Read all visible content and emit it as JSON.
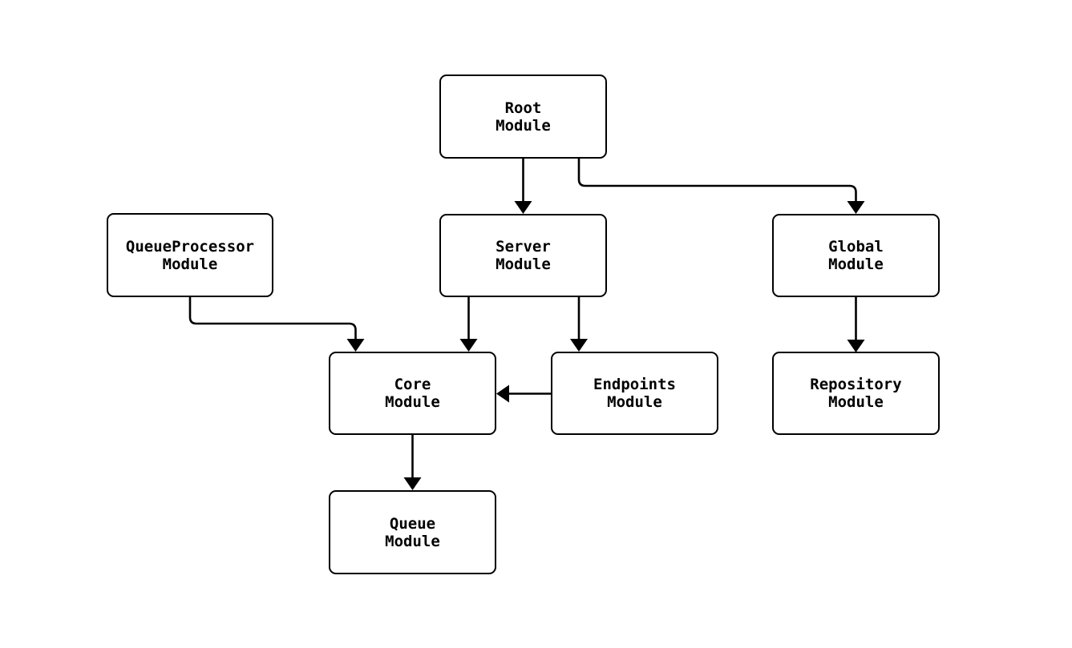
{
  "diagram": {
    "type": "module-dependency-graph",
    "background_color": "#ffffff",
    "stroke_color": "#000000",
    "nodes": [
      {
        "id": "root",
        "label": "Root\nModule"
      },
      {
        "id": "queueprocessor",
        "label": "QueueProcessor\nModule"
      },
      {
        "id": "server",
        "label": "Server\nModule"
      },
      {
        "id": "global",
        "label": "Global\nModule"
      },
      {
        "id": "core",
        "label": "Core\nModule"
      },
      {
        "id": "endpoints",
        "label": "Endpoints\nModule"
      },
      {
        "id": "repository",
        "label": "Repository\nModule"
      },
      {
        "id": "queue",
        "label": "Queue\nModule"
      }
    ],
    "edges": [
      {
        "from": "root",
        "to": "server"
      },
      {
        "from": "root",
        "to": "global"
      },
      {
        "from": "queueprocessor",
        "to": "core"
      },
      {
        "from": "server",
        "to": "core"
      },
      {
        "from": "server",
        "to": "endpoints"
      },
      {
        "from": "endpoints",
        "to": "core"
      },
      {
        "from": "core",
        "to": "queue"
      },
      {
        "from": "global",
        "to": "repository"
      }
    ]
  }
}
